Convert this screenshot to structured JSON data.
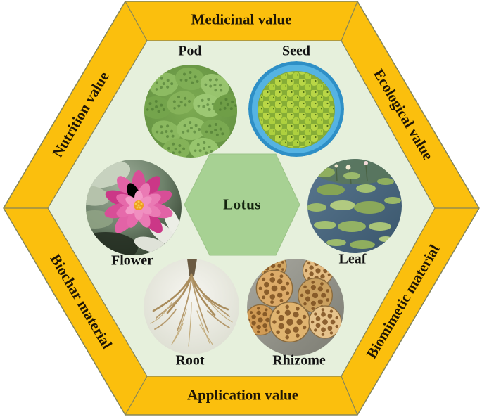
{
  "figure": {
    "center_label": "Lotus",
    "bands": {
      "top": "Medicinal value",
      "upper_right": "Ecological value",
      "lower_right": "Biomimetic material",
      "bottom": "Application value",
      "lower_left": "Biochar material",
      "upper_left": "Nutrition value"
    },
    "parts": {
      "pod": "Pod",
      "seed": "Seed",
      "flower": "Flower",
      "leaf": "Leaf",
      "root": "Root",
      "rhizome": "Rhizome"
    },
    "photos": {
      "pod": "lotus-pods-photo",
      "seed": "lotus-seeds-in-blue-bowl-photo",
      "flower": "pink-lotus-flower-photo",
      "leaf": "lotus-leaves-pond-photo",
      "root": "lotus-root-system-photo",
      "rhizome": "sliced-lotus-rhizome-photo"
    },
    "colors": {
      "band_fill": "#fbbf0d",
      "band_stroke": "#85855a",
      "inner_bg": "#e6f0dc",
      "center_hex_fill": "#a7d193",
      "text": "#1f1606"
    }
  }
}
